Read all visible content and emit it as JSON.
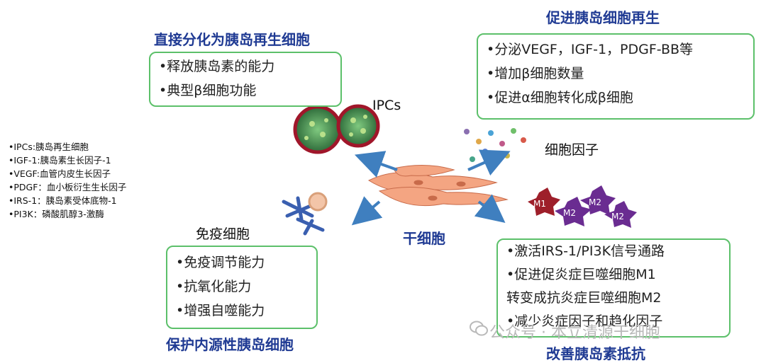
{
  "top_left": {
    "title": "直接分化为胰岛再生细胞",
    "items": [
      "•释放胰岛素的能力",
      "•典型β细胞功能"
    ]
  },
  "top_right": {
    "title": "促进胰岛细胞再生",
    "items": [
      "•分泌VEGF，IGF-1，PDGF-BB等",
      "•增加β细胞数量",
      "•促进α细胞转化成β细胞"
    ]
  },
  "bottom_left": {
    "title": "保护内源性胰岛细胞",
    "items": [
      "•免疫调节能力",
      "•抗氧化能力",
      "•增强自噬能力"
    ]
  },
  "bottom_right": {
    "title": "改善胰岛素抵抗",
    "items": [
      "•激活IRS-1/PI3K信号通路",
      "•促进促炎症巨噬细胞M1",
      "转变成抗炎症巨噬细胞M2",
      "•减少炎症因子和趋化因子"
    ]
  },
  "legend": [
    "•IPCs:胰岛再生细胞",
    "•IGF-1:胰岛素生长因子-1",
    "•VEGF:血管内皮生长因子",
    "•PDGF：血小板衍生生长因子",
    "•IRS-1：胰岛素受体底物-1",
    "•PI3K：磷酸肌醇3-激酶"
  ],
  "labels": {
    "ipcs": "IPCs",
    "cytokine": "细胞因子",
    "immune": "免疫细胞",
    "stem": "干细胞",
    "m1": "M1",
    "m2": "M2"
  },
  "watermark": "公众号 · 本立清源干细胞",
  "colors": {
    "heading": "#1f3a93",
    "box_border": "#5cc06a",
    "arrow": "#3f7fbf",
    "stem_cell": "#f4a582",
    "ipc": "#2e8b57",
    "macrophage": "#6a2c91"
  }
}
